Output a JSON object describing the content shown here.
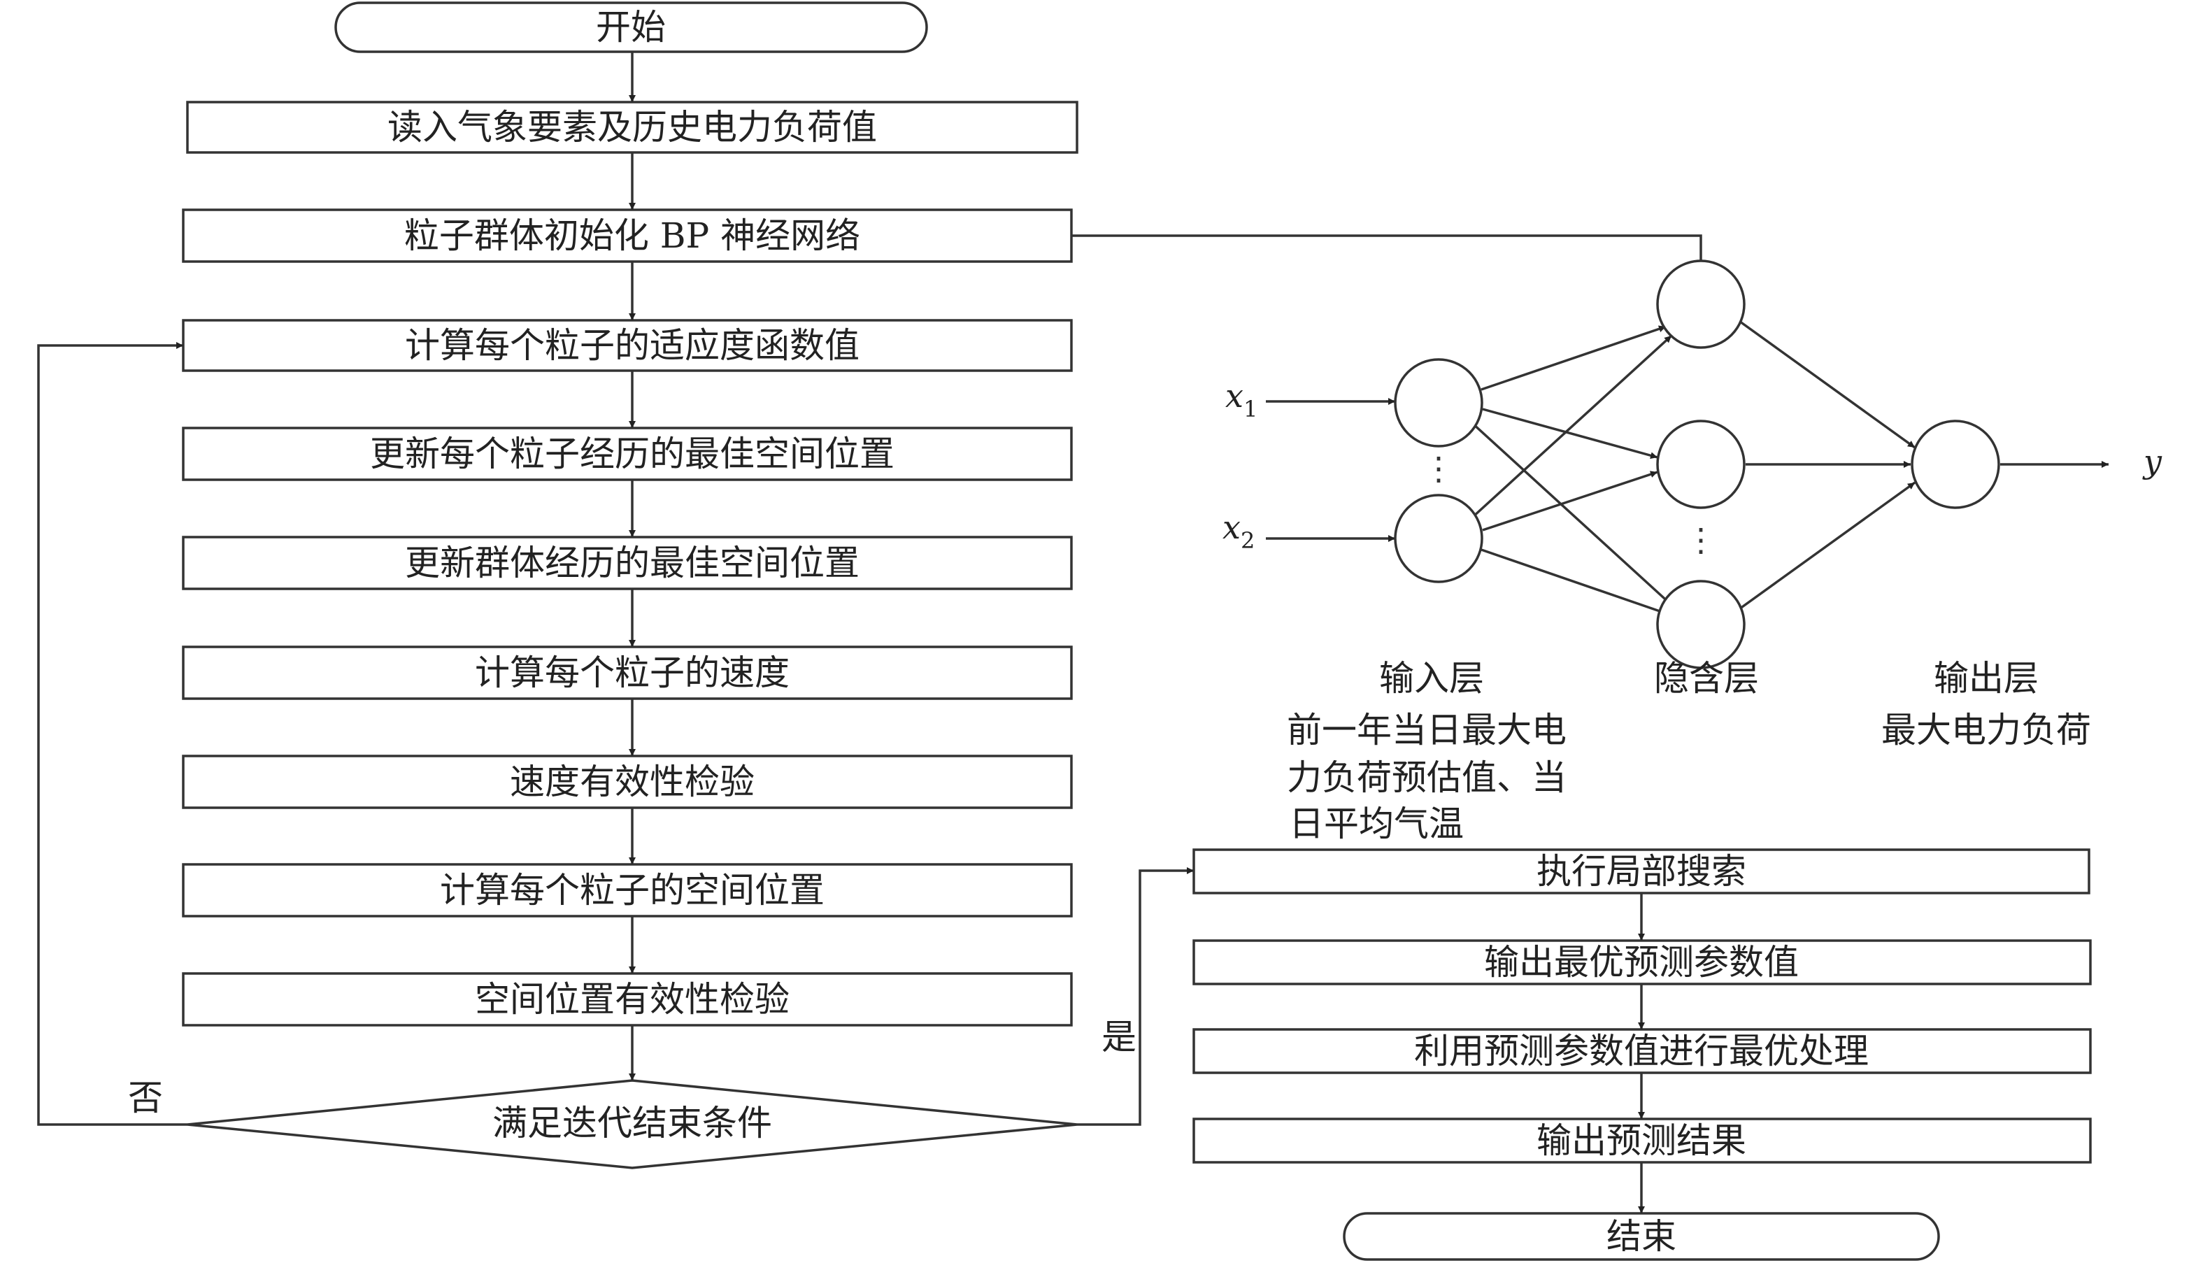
{
  "flowchart": {
    "start": "开始",
    "steps": [
      "读入气象要素及历史电力负荷值",
      "粒子群体初始化 BP 神经网络",
      "计算每个粒子的适应度函数值",
      "更新每个粒子经历的最佳空间位置",
      "更新群体经历的最佳空间位置",
      "计算每个粒子的速度",
      "速度有效性检验",
      "计算每个粒子的空间位置",
      "空间位置有效性检验"
    ],
    "decision": "满足迭代结束条件",
    "no_label": "否",
    "yes_label": "是",
    "post_steps": [
      "执行局部搜索",
      "输出最优预测参数值",
      "利用预测参数值进行最优处理",
      "输出预测结果"
    ],
    "end": "结束"
  },
  "network": {
    "inputs": [
      {
        "symbol": "x",
        "index": "1"
      },
      {
        "symbol": "x",
        "index": "2"
      }
    ],
    "output_symbol": "y",
    "input_layer_title": "输入层",
    "input_layer_desc": [
      "前一年当日最大电",
      "力负荷预估值、当",
      "日平均气温"
    ],
    "hidden_layer_title": "隐含层",
    "output_layer_title": "输出层",
    "output_layer_desc": "最大电力负荷"
  }
}
